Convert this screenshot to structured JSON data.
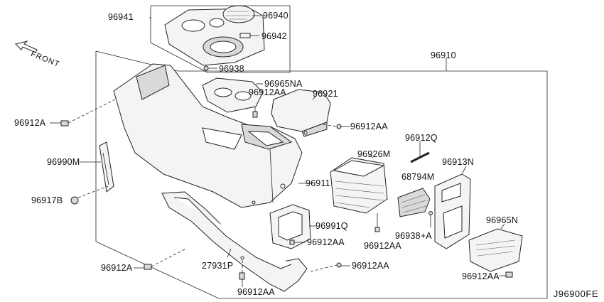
{
  "diagram": {
    "direction_label": "FRONT",
    "code": "J96900FE",
    "part_labels": {
      "p96941": "96941",
      "p96940": "96940",
      "p96942": "96942",
      "p96938": "96938",
      "p96910": "96910",
      "p96965NA": "96965NA",
      "p96912AA_top": "96912AA",
      "p96921": "96921",
      "p96912A_left": "96912A",
      "p96912AA_mid": "96912AA",
      "p96912Q": "96912Q",
      "p96926M": "96926M",
      "p96913N": "96913N",
      "p96990M": "96990M",
      "p68794M": "68794M",
      "p96911": "96911",
      "p96917B": "96917B",
      "p96991Q": "96991Q",
      "p96965N": "96965N",
      "p96938A": "96938+A",
      "p96912AA_991": "96912AA",
      "p96912AA_926": "96912AA",
      "p96912A_bottom": "96912A",
      "p27931P": "27931P",
      "p96912AA_lower": "96912AA",
      "p96912AA_965N": "96912AA",
      "p96912AA_bottom": "96912AA"
    }
  }
}
